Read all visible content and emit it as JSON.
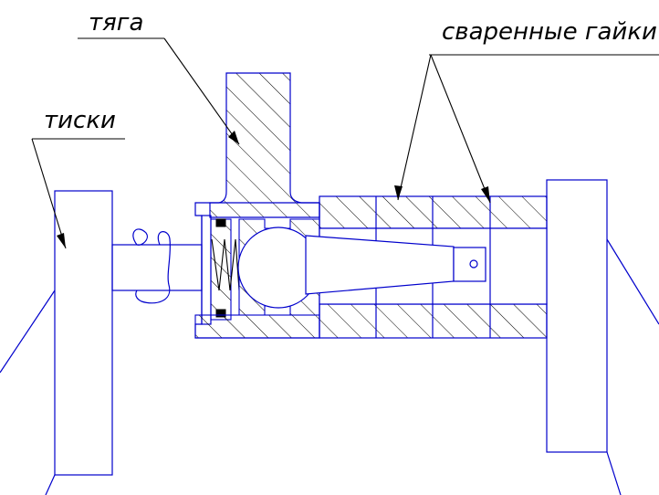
{
  "labels": {
    "rod": "тяга",
    "welded_nuts": "сваренные гайки",
    "vise": "тиски"
  },
  "colors": {
    "outline": "#0000cc",
    "hatch": "#000000",
    "background": "#ffffff"
  }
}
